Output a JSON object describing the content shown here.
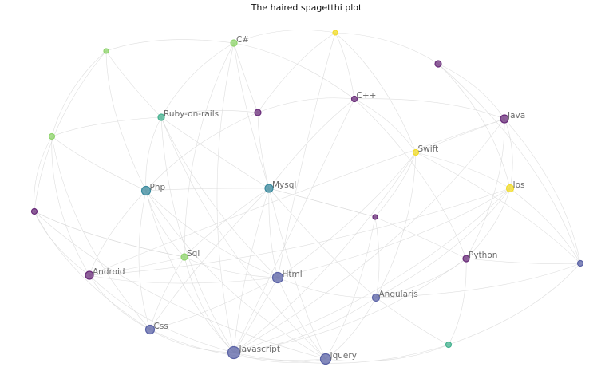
{
  "title": "The haired spagetthi plot",
  "colors": {
    "purple": "#6a2c7a",
    "blue": "#5a62a6",
    "teal": "#3b8a9e",
    "green": "#44b28f",
    "lime": "#8fd46c",
    "yellow": "#f2dc2a",
    "edge": "#d8d8d8"
  },
  "nodes": [
    {
      "id": "csharp",
      "label": "C#",
      "color": "lime",
      "size": 4
    },
    {
      "id": "top-yellow",
      "label": "",
      "color": "yellow",
      "size": 3
    },
    {
      "id": "top-right-purple",
      "label": "",
      "color": "purple",
      "size": 4
    },
    {
      "id": "top-left-lime",
      "label": "",
      "color": "lime",
      "size": 3
    },
    {
      "id": "cpp",
      "label": "C++",
      "color": "purple",
      "size": 3.5
    },
    {
      "id": "mid-purple",
      "label": "",
      "color": "purple",
      "size": 4
    },
    {
      "id": "ruby",
      "label": "Ruby-on-rails",
      "color": "green",
      "size": 4
    },
    {
      "id": "java",
      "label": "Java",
      "color": "purple",
      "size": 5
    },
    {
      "id": "left-lime",
      "label": "",
      "color": "lime",
      "size": 3.5
    },
    {
      "id": "swift",
      "label": "Swift",
      "color": "yellow",
      "size": 3.5
    },
    {
      "id": "php",
      "label": "Php",
      "color": "teal",
      "size": 5.5
    },
    {
      "id": "mysql",
      "label": "Mysql",
      "color": "teal",
      "size": 5
    },
    {
      "id": "ios",
      "label": "Ios",
      "color": "yellow",
      "size": 4.5
    },
    {
      "id": "left-purple",
      "label": "",
      "color": "purple",
      "size": 3.5
    },
    {
      "id": "center-purple",
      "label": "",
      "color": "purple",
      "size": 3
    },
    {
      "id": "sql",
      "label": "Sql",
      "color": "lime",
      "size": 4
    },
    {
      "id": "python",
      "label": "Python",
      "color": "purple",
      "size": 4
    },
    {
      "id": "right-blue",
      "label": "",
      "color": "blue",
      "size": 3.5
    },
    {
      "id": "android",
      "label": "Android",
      "color": "purple",
      "size": 5
    },
    {
      "id": "html",
      "label": "Html",
      "color": "blue",
      "size": 6.5
    },
    {
      "id": "angularjs",
      "label": "Angularjs",
      "color": "blue",
      "size": 4.5
    },
    {
      "id": "css",
      "label": "Css",
      "color": "blue",
      "size": 5.5
    },
    {
      "id": "bottom-green",
      "label": "",
      "color": "green",
      "size": 3.5
    },
    {
      "id": "javascript",
      "label": "Javascript",
      "color": "blue",
      "size": 7.5
    },
    {
      "id": "jquery",
      "label": "Jquery",
      "color": "blue",
      "size": 6.5
    }
  ],
  "edges": [
    [
      "javascript",
      "jquery"
    ],
    [
      "javascript",
      "html"
    ],
    [
      "javascript",
      "css"
    ],
    [
      "javascript",
      "angularjs"
    ],
    [
      "javascript",
      "php"
    ],
    [
      "javascript",
      "mysql"
    ],
    [
      "javascript",
      "sql"
    ],
    [
      "javascript",
      "android"
    ],
    [
      "javascript",
      "ruby"
    ],
    [
      "javascript",
      "csharp"
    ],
    [
      "javascript",
      "swift"
    ],
    [
      "javascript",
      "ios"
    ],
    [
      "javascript",
      "python"
    ],
    [
      "javascript",
      "java"
    ],
    [
      "javascript",
      "cpp"
    ],
    [
      "javascript",
      "bottom-green"
    ],
    [
      "jquery",
      "html"
    ],
    [
      "jquery",
      "css"
    ],
    [
      "jquery",
      "angularjs"
    ],
    [
      "jquery",
      "php"
    ],
    [
      "jquery",
      "mysql"
    ],
    [
      "jquery",
      "ruby"
    ],
    [
      "jquery",
      "center-purple"
    ],
    [
      "jquery",
      "bottom-green"
    ],
    [
      "jquery",
      "left-purple"
    ],
    [
      "html",
      "css"
    ],
    [
      "html",
      "angularjs"
    ],
    [
      "html",
      "php"
    ],
    [
      "html",
      "mysql"
    ],
    [
      "html",
      "android"
    ],
    [
      "html",
      "sql"
    ],
    [
      "html",
      "ruby"
    ],
    [
      "html",
      "swift"
    ],
    [
      "html",
      "ios"
    ],
    [
      "html",
      "top-yellow"
    ],
    [
      "css",
      "php"
    ],
    [
      "css",
      "mysql"
    ],
    [
      "css",
      "android"
    ],
    [
      "css",
      "sql"
    ],
    [
      "css",
      "left-purple"
    ],
    [
      "css",
      "left-lime"
    ],
    [
      "angularjs",
      "mysql"
    ],
    [
      "angularjs",
      "python"
    ],
    [
      "angularjs",
      "ios"
    ],
    [
      "angularjs",
      "swift"
    ],
    [
      "angularjs",
      "right-blue"
    ],
    [
      "php",
      "mysql"
    ],
    [
      "php",
      "sql"
    ],
    [
      "php",
      "ruby"
    ],
    [
      "php",
      "android"
    ],
    [
      "php",
      "left-lime"
    ],
    [
      "php",
      "top-left-lime"
    ],
    [
      "mysql",
      "sql"
    ],
    [
      "mysql",
      "ruby"
    ],
    [
      "mysql",
      "cpp"
    ],
    [
      "mysql",
      "mid-purple"
    ],
    [
      "mysql",
      "csharp"
    ],
    [
      "mysql",
      "center-purple"
    ],
    [
      "sql",
      "android"
    ],
    [
      "sql",
      "csharp"
    ],
    [
      "sql",
      "left-purple"
    ],
    [
      "android",
      "java"
    ],
    [
      "android",
      "left-purple"
    ],
    [
      "android",
      "left-lime"
    ],
    [
      "android",
      "ios"
    ],
    [
      "java",
      "swift"
    ],
    [
      "java",
      "ios"
    ],
    [
      "java",
      "python"
    ],
    [
      "java",
      "cpp"
    ],
    [
      "java",
      "top-right-purple"
    ],
    [
      "java",
      "right-blue"
    ],
    [
      "ios",
      "swift"
    ],
    [
      "ios",
      "python"
    ],
    [
      "ios",
      "right-blue"
    ],
    [
      "ios",
      "top-right-purple"
    ],
    [
      "swift",
      "cpp"
    ],
    [
      "swift",
      "top-yellow"
    ],
    [
      "swift",
      "center-purple"
    ],
    [
      "cpp",
      "csharp"
    ],
    [
      "cpp",
      "top-yellow"
    ],
    [
      "cpp",
      "mid-purple"
    ],
    [
      "cpp",
      "python"
    ],
    [
      "csharp",
      "top-left-lime"
    ],
    [
      "csharp",
      "ruby"
    ],
    [
      "csharp",
      "mid-purple"
    ],
    [
      "csharp",
      "top-yellow"
    ],
    [
      "ruby",
      "top-left-lime"
    ],
    [
      "ruby",
      "left-lime"
    ],
    [
      "ruby",
      "mid-purple"
    ],
    [
      "python",
      "right-blue"
    ],
    [
      "python",
      "bottom-green"
    ],
    [
      "python",
      "center-purple"
    ],
    [
      "top-right-purple",
      "top-yellow"
    ],
    [
      "top-right-purple",
      "right-blue"
    ],
    [
      "left-lime",
      "left-purple"
    ],
    [
      "left-lime",
      "top-left-lime"
    ],
    [
      "bottom-green",
      "right-blue"
    ],
    [
      "bottom-green",
      "angularjs"
    ],
    [
      "center-purple",
      "angularjs"
    ],
    [
      "center-purple",
      "mysql"
    ],
    [
      "top-left-lime",
      "left-purple"
    ],
    [
      "top-yellow",
      "mid-purple"
    ],
    [
      "right-blue",
      "swift"
    ],
    [
      "left-purple",
      "sql"
    ],
    [
      "mid-purple",
      "php"
    ]
  ]
}
